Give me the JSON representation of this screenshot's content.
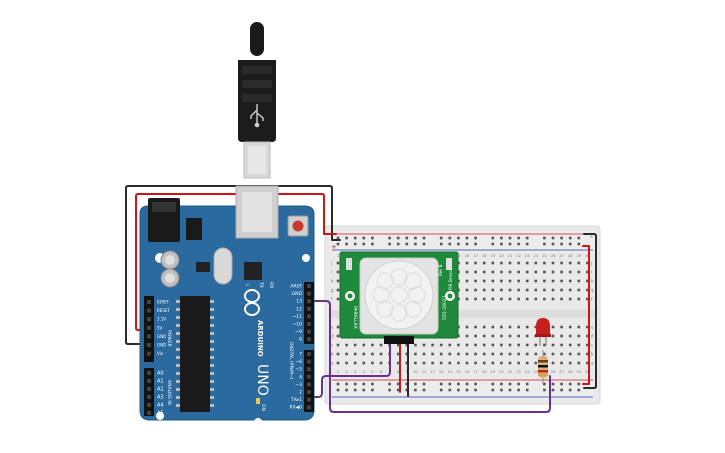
{
  "arduino": {
    "brand": "ARDUINO",
    "model": "UNO",
    "reset_label": "RESET",
    "power_header": [
      "IOREF",
      "RESET",
      "3.3V",
      "5V",
      "GND",
      "GND",
      "Vin"
    ],
    "power_title": "POWER",
    "analog_header": [
      "A0",
      "A1",
      "A2",
      "A3",
      "A4",
      "A5"
    ],
    "analog_title": "ANALOG IN",
    "digital_top": [
      "AREF",
      "GND",
      "13",
      "12",
      "~11",
      "~10",
      "~9",
      "8"
    ],
    "digital_bottom": [
      "7",
      "~6",
      "~5",
      "4",
      "~3",
      "2",
      "TX▸1",
      "RX◀0"
    ],
    "digital_title": "DIGITAL (PWM~)",
    "led_labels": [
      "L",
      "TX",
      "RX"
    ],
    "on_label": "ON"
  },
  "breadboard": {
    "rail_plus": "+",
    "rail_minus": "-",
    "row_letters_top": [
      "j",
      "i",
      "h",
      "g",
      "f"
    ],
    "row_letters_bottom": [
      "e",
      "d",
      "c",
      "b",
      "a"
    ],
    "column_numbers": [
      "1",
      "2",
      "3",
      "4",
      "5",
      "6",
      "7",
      "8",
      "9",
      "10",
      "11",
      "12",
      "13",
      "14",
      "15",
      "16",
      "17",
      "18",
      "19",
      "20",
      "21",
      "22",
      "23",
      "24",
      "25",
      "26",
      "27",
      "28",
      "29",
      "30"
    ]
  },
  "pir_sensor": {
    "label_left": "PARALLAX",
    "label_right": "555-28027",
    "label_right2": "Rev B",
    "label_right3": "PIR Sensor"
  },
  "colors": {
    "board_blue": "#2b6a9e",
    "board_dark": "#1f4f78",
    "wire_red": "#d0141a",
    "wire_black": "#2a2a2a",
    "wire_purple": "#6b2f8f",
    "breadboard": "#e9e9e9",
    "pir_green": "#1f8a3c",
    "led_red": "#c8201e"
  }
}
